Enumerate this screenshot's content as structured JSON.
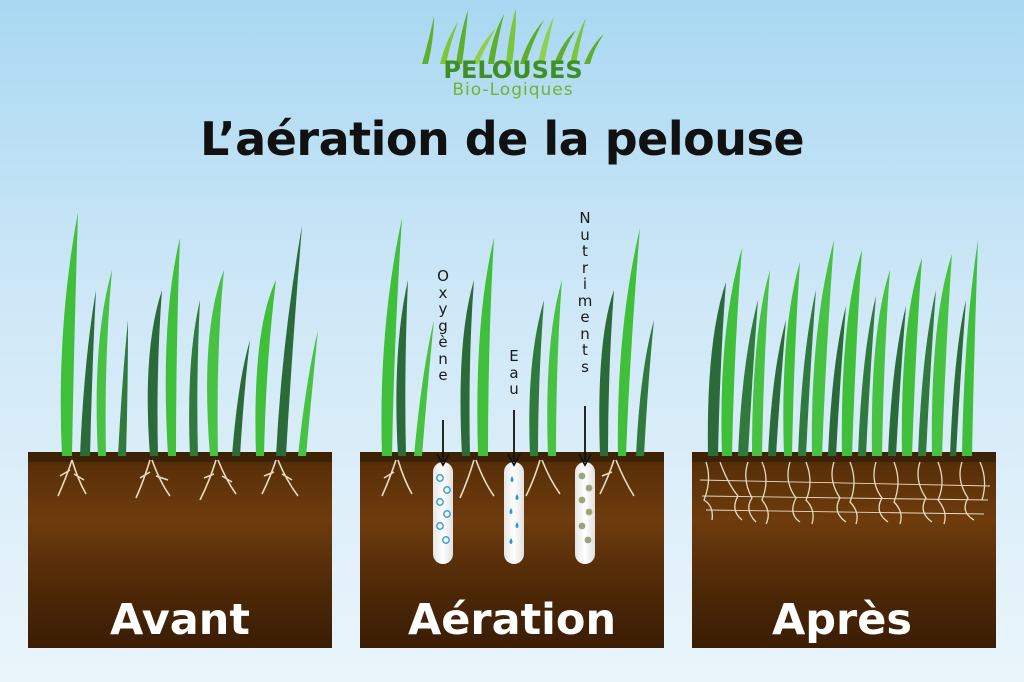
{
  "logo": {
    "line1": "PELOUSES",
    "line2": "Bio-Logiques"
  },
  "title": "L’aération de la pelouse",
  "panels": [
    {
      "label": "Avant"
    },
    {
      "label": "Aération"
    },
    {
      "label": "Après"
    }
  ],
  "flows": [
    {
      "label": "Oxygène",
      "marker": "bubble-icon"
    },
    {
      "label": "Eau",
      "marker": "water-drop-icon"
    },
    {
      "label": "Nutriments",
      "marker": "nutrient-dot-icon"
    }
  ],
  "colors": {
    "soil_top": "#4a2808",
    "soil_mid": "#6a3a0c",
    "soil_bottom": "#401f06",
    "grass_light": "#3fbf3a",
    "grass_dark": "#2b6b3a",
    "label_text": "#ffffff"
  }
}
